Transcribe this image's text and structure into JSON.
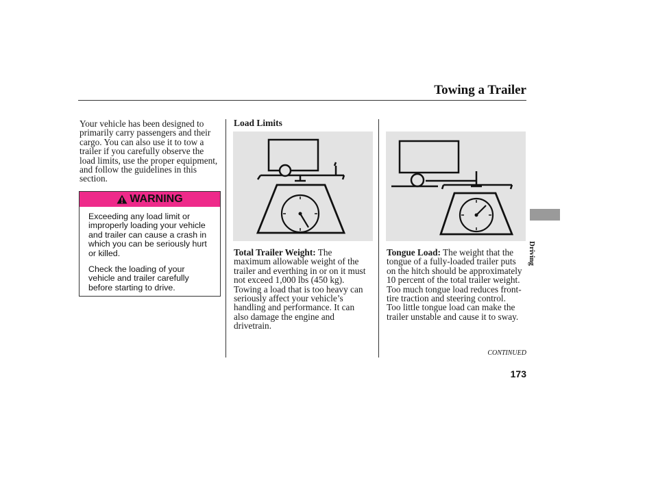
{
  "header": {
    "title": "Towing a Trailer"
  },
  "intro": {
    "lines": [
      "Your vehicle has been designed to",
      "primarily carry passengers and their",
      "cargo. You can also use it to tow a",
      "trailer if you carefully observe the",
      "load limits, use the proper equipment,",
      "and follow the guidelines in this",
      "section."
    ]
  },
  "warning": {
    "label": "WARNING",
    "p1": [
      "Exceeding any load limit or",
      "improperly loading your vehicle",
      "and trailer can cause a crash in",
      "which you can be seriously hurt",
      "or killed."
    ],
    "p2": [
      "Check the loading of your",
      "vehicle and trailer carefully",
      "before starting to drive."
    ]
  },
  "load_limits": {
    "heading": "Load Limits",
    "total_label": "Total Trailer Weight:",
    "total_first": "The",
    "total_lines": [
      "maximum allowable weight of the",
      "trailer and everthing in or on it must",
      "not exceed 1,000 lbs (450 kg).",
      "Towing a load that is too heavy can",
      "seriously affect your vehicle’s",
      "handling and performance. It can",
      "also damage the engine and",
      "drivetrain."
    ]
  },
  "tongue": {
    "label": "Tongue Load:",
    "first": "The weight that the",
    "lines": [
      "tongue of a fully-loaded trailer puts",
      "on the hitch should be approximately",
      "10 percent of the total trailer weight.",
      "Too much tongue load reduces front-",
      "tire traction and steering control.",
      "Too little tongue load can make the",
      "trailer unstable and cause it to sway."
    ]
  },
  "side_tab": {
    "label": "Driving"
  },
  "footer": {
    "continued": "CONTINUED",
    "page": "173"
  },
  "colors": {
    "warning_header": "#ee2a8a",
    "figure_bg": "#e3e3e3",
    "tab": "#9a9a9a"
  }
}
